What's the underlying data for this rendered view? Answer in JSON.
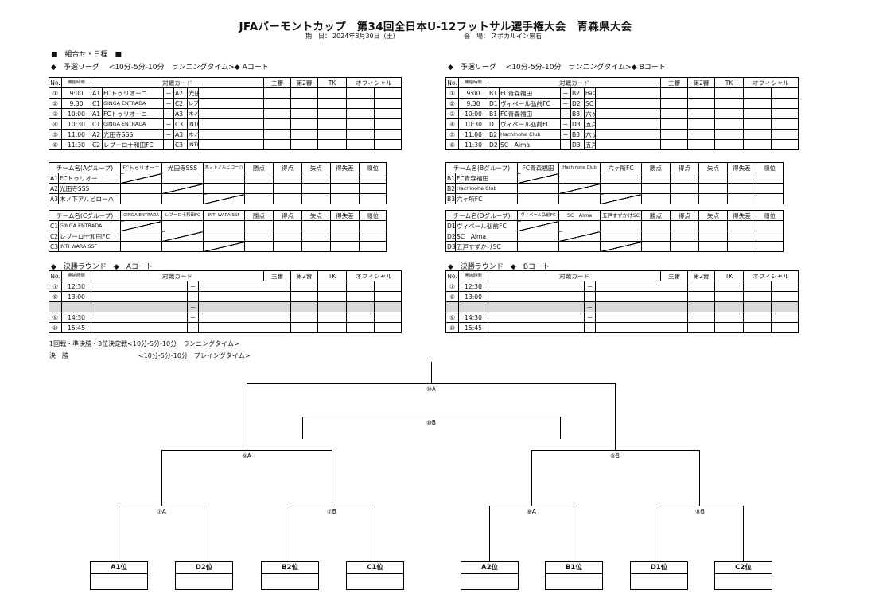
{
  "header": {
    "title": "JFAバーモントカップ　第34回全日本U-12フットサル選手権大会　青森県大会",
    "date_label": "期　日：",
    "date": "2024年3月30日（土）",
    "venue_label": "会　場：",
    "venue": "スポカルイン黒石"
  },
  "section_main": "■　組合せ・日程　■",
  "prelim_a": {
    "title": "◆　予選リーグ　 <10分-5分-10分　ランニングタイム>◆ Aコート",
    "headers": [
      "No.",
      "開始時間",
      "対戦カード",
      "主審",
      "第2審",
      "TK",
      "オフィシャル"
    ],
    "rows": [
      {
        "no": "①",
        "time": "9:00",
        "h_code": "A1",
        "h_team": "FCトゥリオーニ",
        "dash": "－",
        "a_code": "A2",
        "a_team": "光田寺SSS"
      },
      {
        "no": "②",
        "time": "9:30",
        "h_code": "C1",
        "h_team": "GINGA ENTRADA",
        "dash": "－",
        "a_code": "C2",
        "a_team": "レブーロ十和田FC"
      },
      {
        "no": "③",
        "time": "10:00",
        "h_code": "A1",
        "h_team": "FCトゥリオーニ",
        "dash": "－",
        "a_code": "A3",
        "a_team": "木ノ下アルビローハ"
      },
      {
        "no": "④",
        "time": "10:30",
        "h_code": "C1",
        "h_team": "GINGA ENTRADA",
        "dash": "－",
        "a_code": "C3",
        "a_team": "INTI WARA SSF"
      },
      {
        "no": "⑤",
        "time": "11:00",
        "h_code": "A2",
        "h_team": "光田寺SSS",
        "dash": "－",
        "a_code": "A3",
        "a_team": "木ノ下アルビローハ"
      },
      {
        "no": "⑥",
        "time": "11:30",
        "h_code": "C2",
        "h_team": "レブーロ十和田FC",
        "dash": "－",
        "a_code": "C3",
        "a_team": "INTI WARA SSF"
      }
    ]
  },
  "prelim_b": {
    "title": "◆　予選リーグ　 <10分-5分-10分　ランニングタイム>◆ Bコート",
    "headers": [
      "No.",
      "開始時間",
      "対戦カード",
      "主審",
      "第2審",
      "TK",
      "オフィシャル"
    ],
    "rows": [
      {
        "no": "①",
        "time": "9:00",
        "h_code": "B1",
        "h_team": "FC青森福田",
        "dash": "－",
        "a_code": "B2",
        "a_team": "Hachinohe Club"
      },
      {
        "no": "②",
        "time": "9:30",
        "h_code": "D1",
        "h_team": "ヴィベール弘前FC",
        "dash": "－",
        "a_code": "D2",
        "a_team": "SC　Alma"
      },
      {
        "no": "③",
        "time": "10:00",
        "h_code": "B1",
        "h_team": "FC青森福田",
        "dash": "－",
        "a_code": "B3",
        "a_team": "六ヶ所FC"
      },
      {
        "no": "④",
        "time": "10:30",
        "h_code": "D1",
        "h_team": "ヴィベール弘前FC",
        "dash": "－",
        "a_code": "D3",
        "a_team": "五戸すずかけSC"
      },
      {
        "no": "⑤",
        "time": "11:00",
        "h_code": "B2",
        "h_team": "Hachinohe Club",
        "dash": "－",
        "a_code": "B3",
        "a_team": "六ヶ所FC"
      },
      {
        "no": "⑥",
        "time": "11:30",
        "h_code": "D2",
        "h_team": "SC　Alma",
        "dash": "－",
        "a_code": "D3",
        "a_team": "五戸すずかけSC"
      }
    ]
  },
  "standings_cols": [
    "勝点",
    "得点",
    "失点",
    "得失差",
    "順位"
  ],
  "group_a": {
    "title": "チーム名(Aグループ)",
    "cols": [
      "FCトゥリオーニ",
      "光田寺SSS",
      "木ノ下アルビローハ"
    ],
    "teams": [
      {
        "code": "A1",
        "name": "FCトゥリオーニ"
      },
      {
        "code": "A2",
        "name": "光田寺SSS"
      },
      {
        "code": "A3",
        "name": "木ノ下アルビローハ"
      }
    ]
  },
  "group_b": {
    "title": "チーム名(Bグループ)",
    "cols": [
      "FC青森福田",
      "Hachinohe Club",
      "六ヶ所FC"
    ],
    "teams": [
      {
        "code": "B1",
        "name": "FC青森福田"
      },
      {
        "code": "B2",
        "name": "Hachinohe Club"
      },
      {
        "code": "B3",
        "name": "六ヶ所FC"
      }
    ]
  },
  "group_c": {
    "title": "チーム名(Cグループ)",
    "cols": [
      "GINGA ENTRADA",
      "レブーロ十和田FC",
      "INTI WARA SSF"
    ],
    "teams": [
      {
        "code": "C1",
        "name": "GINGA ENTRADA"
      },
      {
        "code": "C2",
        "name": "レブーロ十和田FC"
      },
      {
        "code": "C3",
        "name": "INTI WARA SSF"
      }
    ]
  },
  "group_d": {
    "title": "チーム名(Dグループ)",
    "cols": [
      "ヴィベール弘前FC",
      "SC　Alma",
      "五戸すずかけSC"
    ],
    "teams": [
      {
        "code": "D1",
        "name": "ヴィベール弘前FC"
      },
      {
        "code": "D2",
        "name": "SC　Alma"
      },
      {
        "code": "D3",
        "name": "五戸すずかけSC"
      }
    ]
  },
  "final_a": {
    "title": "◆　決勝ラウンド　◆　Aコート",
    "headers": [
      "No.",
      "開始時間",
      "対戦カード",
      "主審",
      "第2審",
      "TK",
      "オフィシャル"
    ],
    "rows": [
      {
        "no": "⑦",
        "time": "12:30",
        "dash": "－"
      },
      {
        "no": "⑧",
        "time": "13:00",
        "dash": "－"
      },
      {
        "no": "",
        "time": "",
        "dash": "－",
        "gray": true
      },
      {
        "no": "⑨",
        "time": "14:30",
        "dash": "－"
      },
      {
        "no": "⑩",
        "time": "15:45",
        "dash": "－"
      }
    ]
  },
  "final_b": {
    "title": "◆　決勝ラウンド　◆　Bコート",
    "headers": [
      "No.",
      "開始時間",
      "対戦カード",
      "主審",
      "第2審",
      "TK",
      "オフィシャル"
    ],
    "rows": [
      {
        "no": "⑦",
        "time": "12:30",
        "dash": "－"
      },
      {
        "no": "⑧",
        "time": "13:00",
        "dash": "－"
      },
      {
        "no": "",
        "time": "",
        "dash": "－",
        "gray": true
      },
      {
        "no": "⑨",
        "time": "14:30",
        "dash": "－"
      },
      {
        "no": "⑩",
        "time": "15:45",
        "dash": "－"
      }
    ]
  },
  "notes": {
    "line1": "1回戦・準決勝・3位決定戦<10分-5分-10分　ランニングタイム>",
    "line2_label": "決　勝",
    "line2": "<10分-5分-10分　プレイングタイム>"
  },
  "bracket": {
    "final": "⑩A",
    "third": "⑩B",
    "semi_left": "⑨A",
    "semi_right": "⑨B",
    "qf": [
      "⑦A",
      "⑦B",
      "⑧A",
      "⑧B"
    ],
    "seeds": [
      "A1位",
      "D2位",
      "B2位",
      "C1位",
      "A2位",
      "B1位",
      "D1位",
      "C2位"
    ]
  }
}
